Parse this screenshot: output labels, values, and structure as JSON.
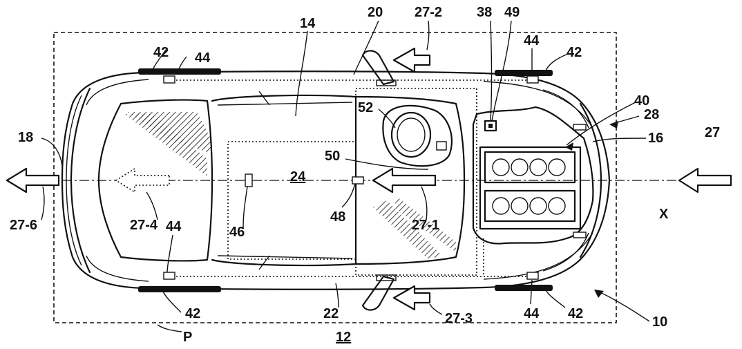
{
  "labels": {
    "l10": "10",
    "l12": "12",
    "l14": "14",
    "l16": "16",
    "l18": "18",
    "l20": "20",
    "l22": "22",
    "l24": "24",
    "l27": "27",
    "l27_1": "27-1",
    "l27_2": "27-2",
    "l27_3": "27-3",
    "l27_4": "27-4",
    "l27_6": "27-6",
    "l28": "28",
    "l38": "38",
    "l40": "40",
    "l42_tl": "42",
    "l42_tr": "42",
    "l42_bl": "42",
    "l42_br": "42",
    "l44_tl": "44",
    "l44_tr": "44",
    "l44_bl": "44",
    "l44_br": "44",
    "l46": "46",
    "l48": "48",
    "l49": "49",
    "l50": "50",
    "l52": "52",
    "lP": "P",
    "lX": "X"
  }
}
